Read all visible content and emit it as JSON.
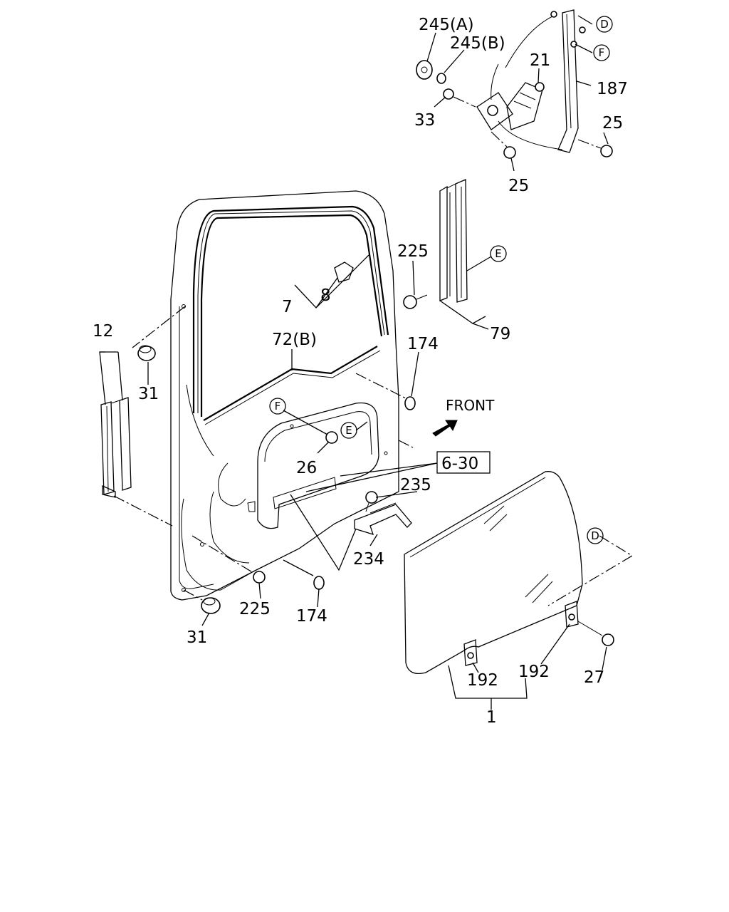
{
  "callouts": {
    "c245a": "245(A)",
    "c245b": "245(B)",
    "c21": "21",
    "c187": "187",
    "c33": "33",
    "c25a": "25",
    "c25b": "25",
    "c225a": "225",
    "c7": "7",
    "c8": "8",
    "c79": "79",
    "c12": "12",
    "c72b": "72(B)",
    "c174a": "174",
    "c31a": "31",
    "c26": "26",
    "c630": "6-30",
    "c235": "235",
    "c234": "234",
    "c225b": "225",
    "c174b": "174",
    "c31b": "31",
    "c192a": "192",
    "c192b": "192",
    "c27": "27",
    "c1": "1"
  },
  "markers": {
    "d1": "D",
    "f1": "F",
    "e1": "E",
    "f2": "F",
    "e2": "E",
    "d2": "D"
  },
  "front_label": "FRONT"
}
